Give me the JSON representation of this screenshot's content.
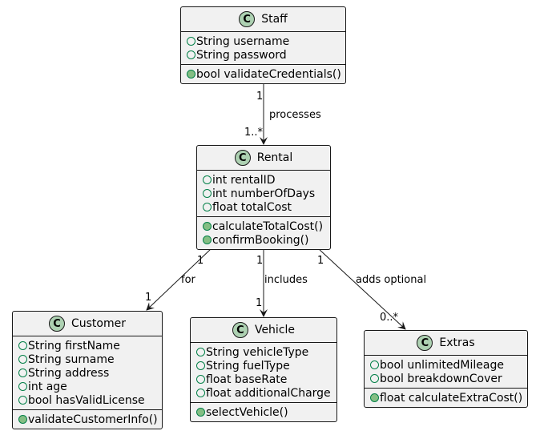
{
  "classes": {
    "staff": {
      "icon": "class-stereotype-icon",
      "badge": "C",
      "name": "Staff",
      "attributes": [
        "String username",
        "String password"
      ],
      "operations": [
        "bool validateCredentials()"
      ]
    },
    "rental": {
      "icon": "class-stereotype-icon",
      "badge": "C",
      "name": "Rental",
      "attributes": [
        "int rentalID",
        "int numberOfDays",
        "float totalCost"
      ],
      "operations": [
        "calculateTotalCost()",
        "confirmBooking()"
      ]
    },
    "customer": {
      "icon": "class-stereotype-icon",
      "badge": "C",
      "name": "Customer",
      "attributes": [
        "String firstName",
        "String surname",
        "String address",
        "int age",
        "bool hasValidLicense"
      ],
      "operations": [
        "validateCustomerInfo()"
      ]
    },
    "vehicle": {
      "icon": "class-stereotype-icon",
      "badge": "C",
      "name": "Vehicle",
      "attributes": [
        "String vehicleType",
        "String fuelType",
        "float baseRate",
        "float additionalCharge"
      ],
      "operations": [
        "selectVehicle()"
      ]
    },
    "extras": {
      "icon": "class-stereotype-icon",
      "badge": "C",
      "name": "Extras",
      "attributes": [
        "bool unlimitedMileage",
        "bool breakdownCover"
      ],
      "operations": [
        "float calculateExtraCost()"
      ]
    }
  },
  "relations": [
    {
      "from": "Staff",
      "to": "Rental",
      "label": "processes",
      "from_mult": "1",
      "to_mult": "1..*"
    },
    {
      "from": "Rental",
      "to": "Customer",
      "label": "for",
      "from_mult": "1",
      "to_mult": "1"
    },
    {
      "from": "Rental",
      "to": "Vehicle",
      "label": "includes",
      "from_mult": "1",
      "to_mult": "1"
    },
    {
      "from": "Rental",
      "to": "Extras",
      "label": "adds optional",
      "from_mult": "1",
      "to_mult": "0..*"
    }
  ],
  "colors": {
    "box_fill": "#f1f1f1",
    "border": "#181818",
    "badge_fill": "#add1b2",
    "visibility_ring": "#038048",
    "operation_dot": "#84be84"
  }
}
